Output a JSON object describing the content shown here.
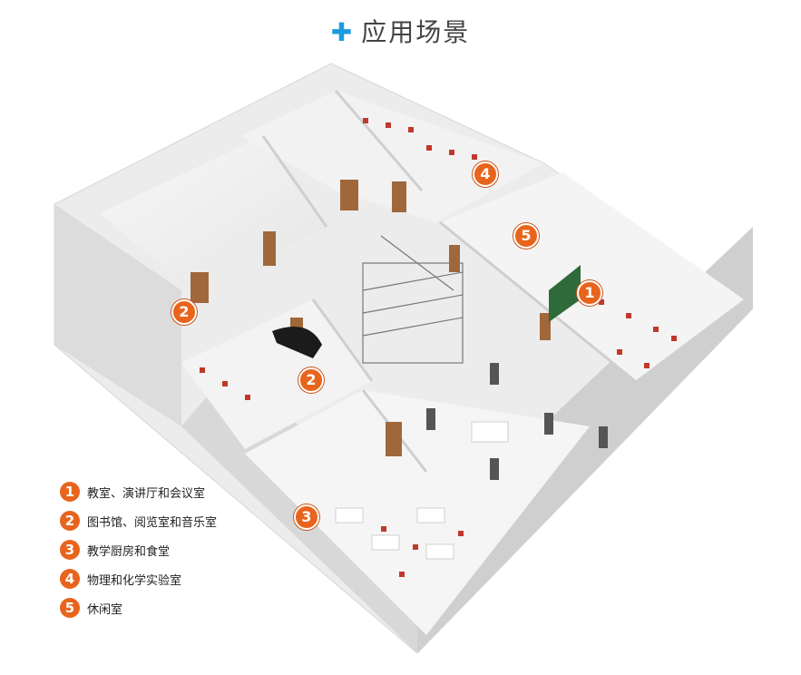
{
  "title": {
    "icon": "plus-icon",
    "text": "应用场景",
    "accent": "#1a9be0"
  },
  "marker_color": "#e8641c",
  "markers": [
    "4",
    "5",
    "1",
    "2",
    "2",
    "3"
  ],
  "legend": [
    {
      "num": "1",
      "label": "教室、演讲厅和会议室"
    },
    {
      "num": "2",
      "label": "图书馆、阅览室和音乐室"
    },
    {
      "num": "3",
      "label": "教学厨房和食堂"
    },
    {
      "num": "4",
      "label": "物理和化学实验室"
    },
    {
      "num": "5",
      "label": "休闲室"
    }
  ]
}
